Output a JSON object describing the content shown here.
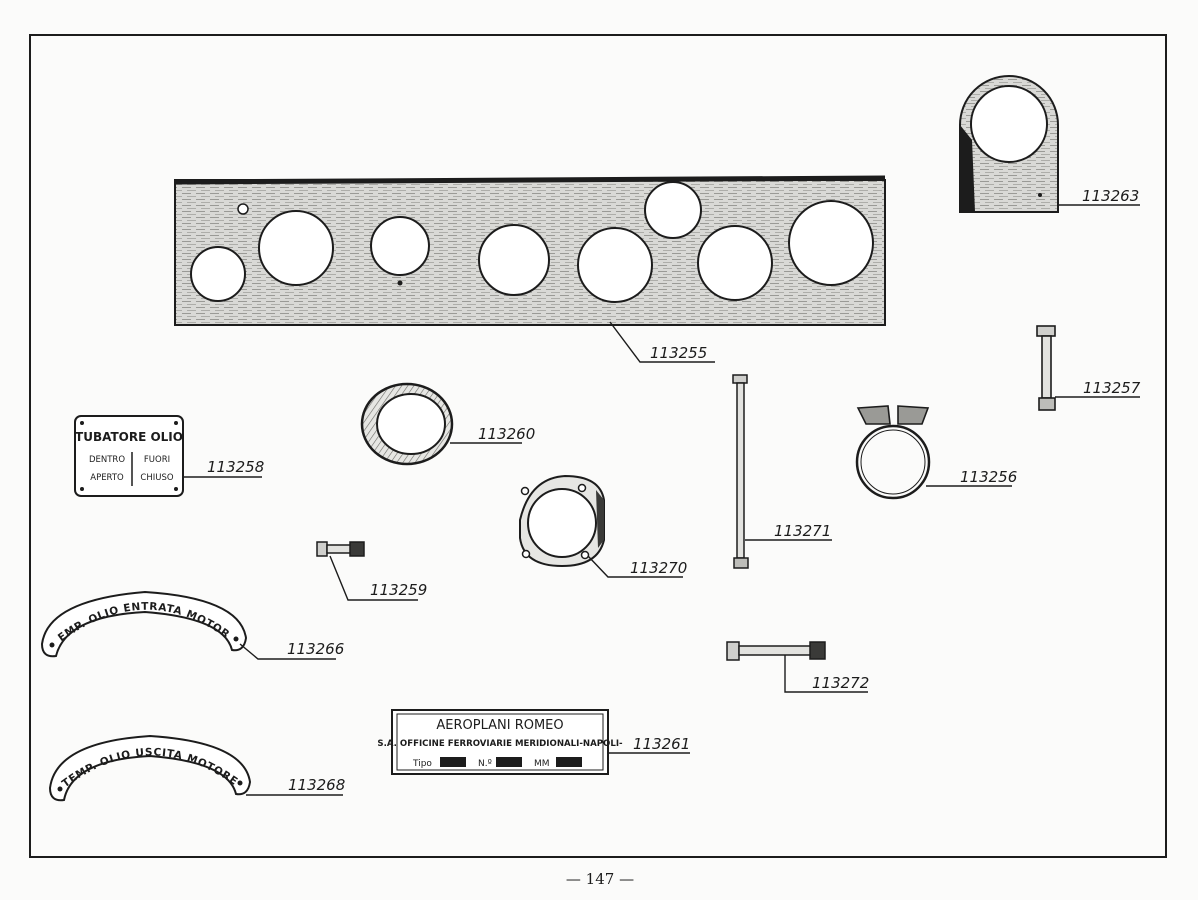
{
  "parts": {
    "p113255": "113255",
    "p113263": "113263",
    "p113257": "113257",
    "p113258": "113258",
    "p113260": "113260",
    "p113256": "113256",
    "p113271": "113271",
    "p113259": "113259",
    "p113270": "113270",
    "p113266": "113266",
    "p113272": "113272",
    "p113261": "113261",
    "p113268": "113268"
  },
  "oil_plate": {
    "title": "TUBATORE OLIO",
    "row1_left": "DENTRO",
    "row1_right": "FUORI",
    "row2_left": "APERTO",
    "row2_right": "CHIUSO"
  },
  "arc_labels": {
    "entrata": "TEMP. OLIO ENTRATA MOTORE",
    "uscita": "TEMP. OLIO USCITA MOTORE"
  },
  "maker_plate": {
    "title": "AEROPLANI ROMEO",
    "subtitle": "S.A. OFFICINE FERROVIARIE MERIDIONALI-NAPOLI-",
    "field1": "Tipo",
    "field2": "N.º",
    "field3": "MM"
  },
  "page_number": "— 147 —"
}
